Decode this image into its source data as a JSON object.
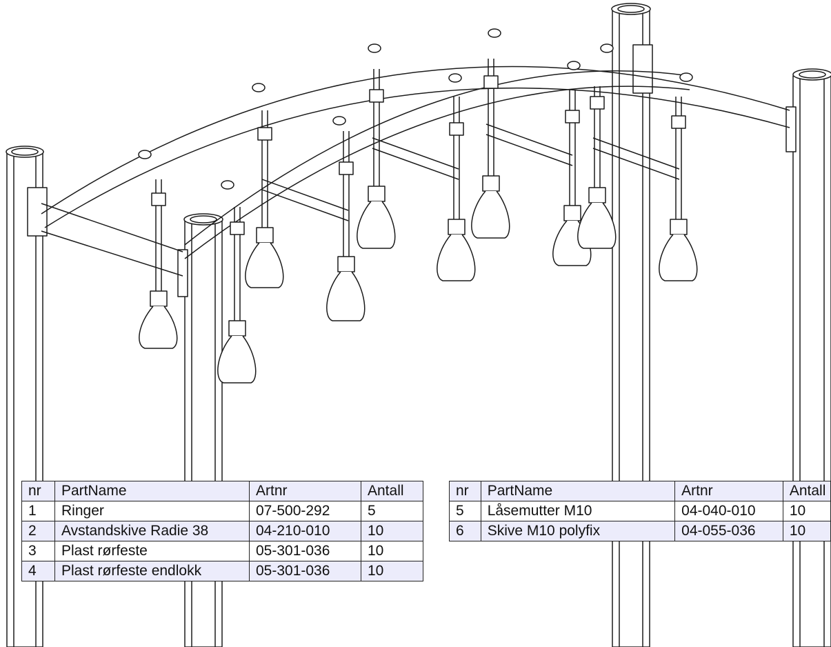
{
  "bom_left": {
    "headers": {
      "nr": "nr",
      "name": "PartName",
      "artnr": "Artnr",
      "antall": "Antall"
    },
    "rows": [
      {
        "nr": "1",
        "name": "Ringer",
        "artnr": "07-500-292",
        "antall": "5"
      },
      {
        "nr": "2",
        "name": "Avstandskive Radie 38",
        "artnr": "04-210-010",
        "antall": "10"
      },
      {
        "nr": "3",
        "name": "Plast rørfeste",
        "artnr": "05-301-036",
        "antall": "10"
      },
      {
        "nr": "4",
        "name": "Plast rørfeste endlokk",
        "artnr": "05-301-036",
        "antall": "10"
      }
    ]
  },
  "bom_right": {
    "headers": {
      "nr": "nr",
      "name": "PartName",
      "artnr": "Artnr",
      "antall": "Antall"
    },
    "rows": [
      {
        "nr": "5",
        "name": "Låsemutter M10",
        "artnr": "04-040-010",
        "antall": "10"
      },
      {
        "nr": "6",
        "name": "Skive M10 polyfix",
        "artnr": "04-055-036",
        "antall": "10"
      }
    ]
  },
  "colors": {
    "line": "#1a1a1a",
    "row_alt": "#ececfb",
    "background": "#ffffff"
  }
}
